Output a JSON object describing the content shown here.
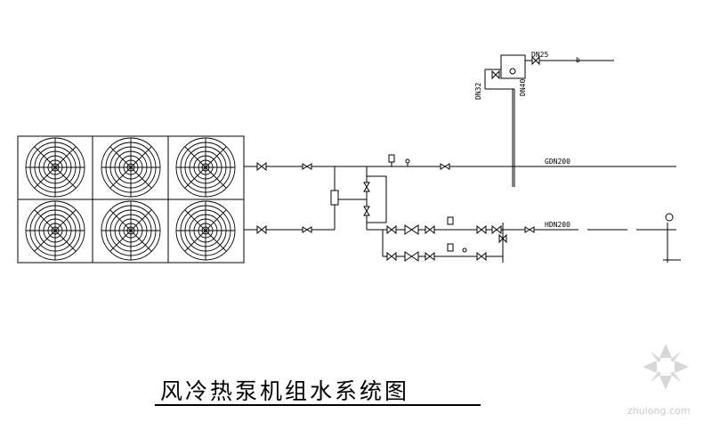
{
  "title": "风冷热泵机组水系统图",
  "labels": {
    "supply_pipe": "GDN200",
    "return_pipe": "HDN200",
    "top_pipe": "DN25",
    "vertical_left": "DN32",
    "vertical_right": "DN40",
    "b_mark": "b"
  },
  "watermark": "zhulong.com"
}
